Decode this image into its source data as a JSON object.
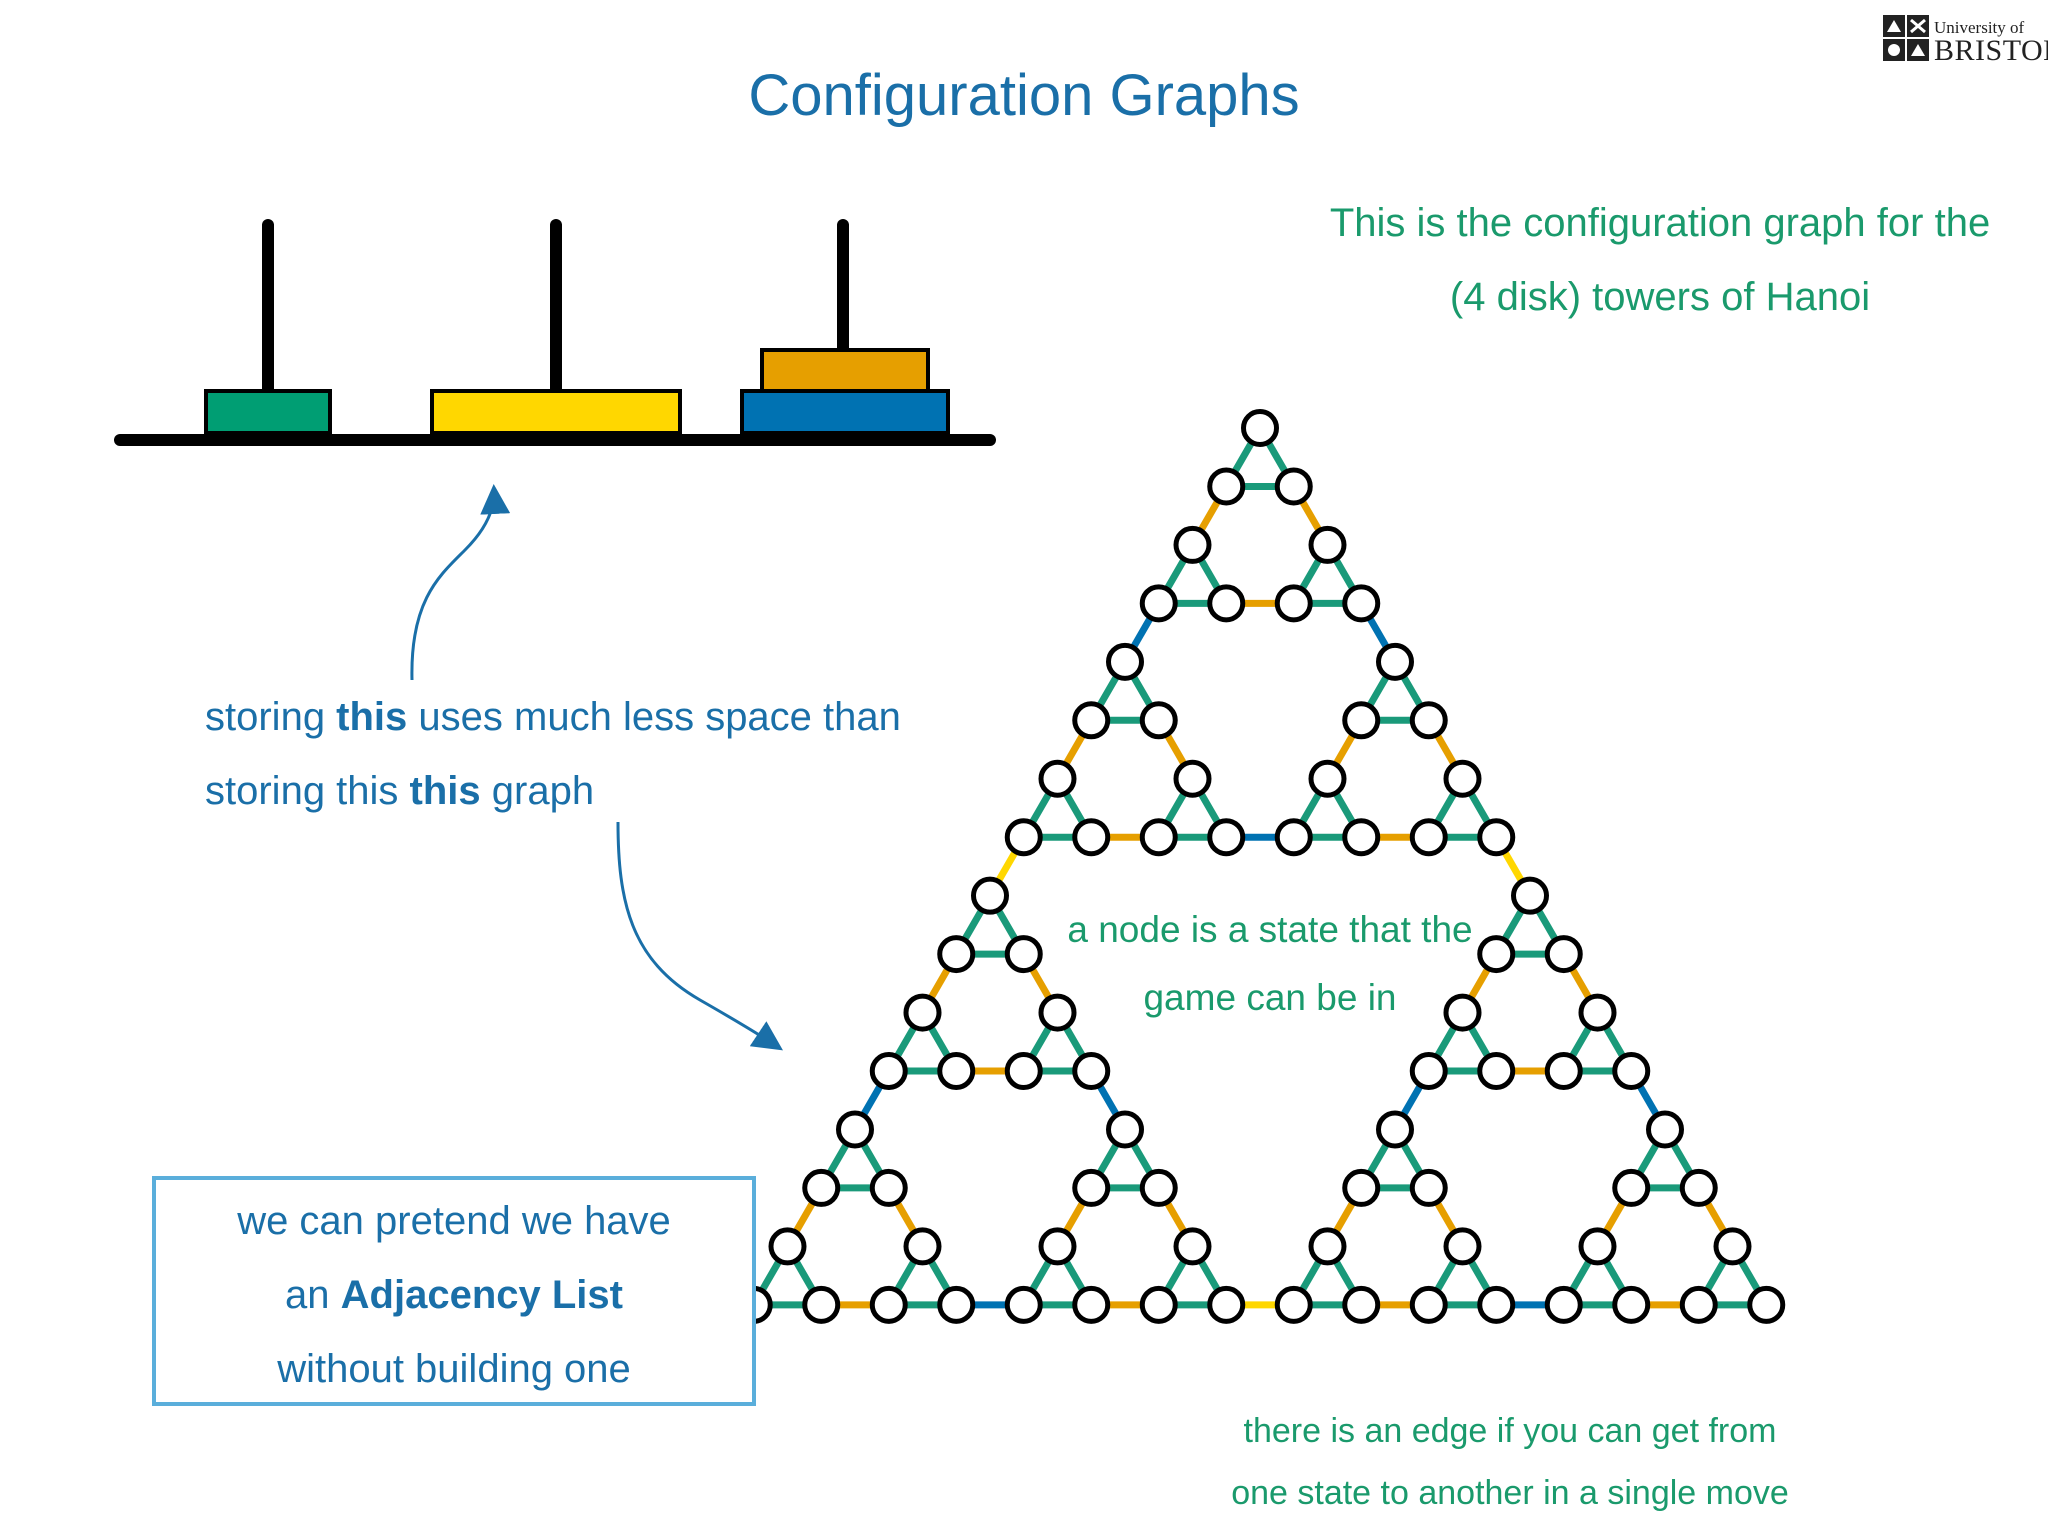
{
  "slide": {
    "title": "Configuration Graphs",
    "logo": {
      "line1": "University of",
      "line2": "BRISTOL"
    },
    "annotation_top": {
      "line1": "This is the configuration graph for the",
      "line2": "(4 disk) towers of Hanoi"
    },
    "annotation_store": {
      "line1_pre": "storing ",
      "line1_bold": "this",
      "line1_post": " uses much less space than",
      "line2_pre": "storing this ",
      "line2_bold": "this",
      "line2_post": " graph"
    },
    "annotation_node": {
      "line1": "a node is a state that the",
      "line2": "game can be in"
    },
    "annotation_edge": {
      "line1": "there is an edge if you can get from",
      "line2": "one state to another in a single move"
    },
    "callout_box": {
      "line1": "we can pretend we have",
      "line2_pre": "an ",
      "line2_bold": "Adjacency List",
      "line3": "without building one"
    }
  },
  "colors": {
    "title": "#1a6fa8",
    "green_text": "#1a9a6c",
    "disk_teal": "#009e73",
    "disk_yellow": "#ffd700",
    "disk_orange": "#e69f00",
    "disk_blue": "#0072b2",
    "edge_level1": "#1a9a7a",
    "edge_level2": "#e69f00",
    "edge_level3": "#0072b2",
    "edge_level4": "#ffd700",
    "box_border": "#5aaedb"
  },
  "graph": {
    "disks": 4,
    "nodes": 81,
    "type": "Sierpinski triangle (towers of Hanoi configuration graph)"
  }
}
